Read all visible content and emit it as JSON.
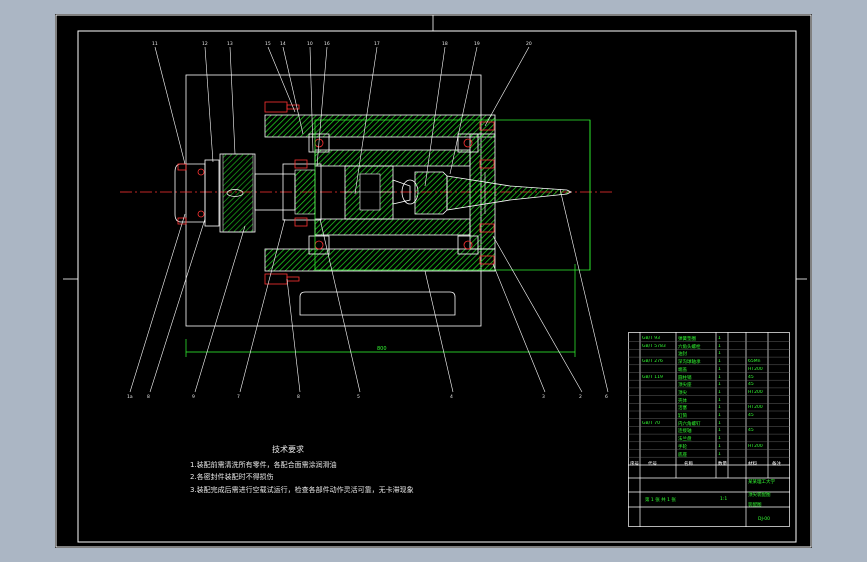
{
  "drawing": {
    "callouts_top": [
      "11",
      "12",
      "13",
      "15",
      "14",
      "10",
      "16",
      "17",
      "18",
      "19",
      "20"
    ],
    "callouts_bottom": [
      "1a",
      "8",
      "9",
      "7",
      "8",
      "5",
      "4",
      "3",
      "2",
      "6"
    ],
    "dimension_label": "800",
    "technical_notes": {
      "title": "技术要求",
      "items": [
        "1.装配前需清洗所有零件，各配合面需涂润滑油",
        "2.各密封件装配时不得损伤",
        "3.装配完成后需进行空载试运行，检查各部件动作灵活可靠，无卡滞现象"
      ]
    },
    "bom": [
      {
        "code": "GB/T 93",
        "name": "弹簧垫圈",
        "qty": "1",
        "material": ""
      },
      {
        "code": "GB/T 5783",
        "name": "六角头螺栓",
        "qty": "1",
        "material": ""
      },
      {
        "code": "",
        "name": "油封",
        "qty": "1",
        "material": ""
      },
      {
        "code": "GB/T 276",
        "name": "深沟球轴承",
        "qty": "1",
        "material": "65Mn"
      },
      {
        "code": "",
        "name": "端盖",
        "qty": "1",
        "material": "HT200"
      },
      {
        "code": "GB/T 119",
        "name": "圆柱销",
        "qty": "1",
        "material": "45"
      },
      {
        "code": "",
        "name": "顶尖座",
        "qty": "1",
        "material": "45"
      },
      {
        "code": "",
        "name": "顶尖",
        "qty": "1",
        "material": "HT200"
      },
      {
        "code": "",
        "name": "壳体",
        "qty": "1",
        "material": ""
      },
      {
        "code": "",
        "name": "活塞",
        "qty": "1",
        "material": "HT200"
      },
      {
        "code": "",
        "name": "缸筒",
        "qty": "1",
        "material": "45"
      },
      {
        "code": "GB/T 70",
        "name": "内六角螺钉",
        "qty": "1",
        "material": ""
      },
      {
        "code": "",
        "name": "连接轴",
        "qty": "1",
        "material": "45"
      },
      {
        "code": "",
        "name": "法兰盘",
        "qty": "1",
        "material": ""
      },
      {
        "code": "",
        "name": "手轮",
        "qty": "1",
        "material": "HT200"
      },
      {
        "code": "",
        "name": "底座",
        "qty": "1",
        "material": ""
      }
    ],
    "bom_header": {
      "no": "序号",
      "code": "代号",
      "name": "名称",
      "qty": "数量",
      "material": "材料",
      "note": "备注"
    },
    "title_block": {
      "school": "某某理工大学",
      "drawing_title": "顶尖装配图",
      "drawing_subtitle": "装配图",
      "drawing_no": "DJ-00",
      "scale": "1:1",
      "sheet": "第 1 张 共 1 张"
    },
    "colors": {
      "background": "#000000",
      "frame": "#ffffff",
      "part_hatch": "#00ff00",
      "part_edge": "#ffffff",
      "center_line": "#ff3333",
      "fasteners": "#ff3333",
      "leader": "#ffffff",
      "dimension": "#33ff33",
      "text": "#e8e8e8",
      "window_bg": "#abb6c4"
    }
  }
}
